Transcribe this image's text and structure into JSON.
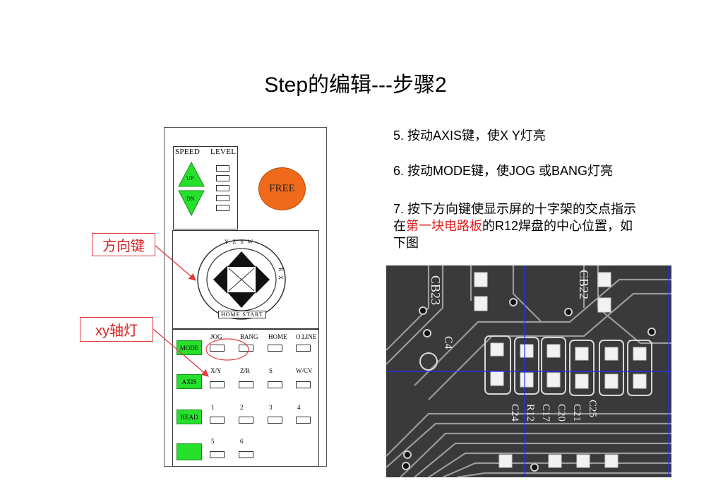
{
  "slide": {
    "title": "Step的编辑---步骤2"
  },
  "panel": {
    "speed_label": "SPEED",
    "level_label": "LEVEL",
    "up_label": "UP",
    "dn_label": "DN",
    "free_label": "FREE",
    "dial_top_text": "Y Z S W",
    "dial_right_text": "R X",
    "dial_bottom_text": "HOME START",
    "mode_label": "MODE",
    "axis_label": "AXIS",
    "head_label": "HEAD",
    "row1_labels": [
      "JOG",
      "BANG",
      "HOME",
      "O.LINE"
    ],
    "row2_labels": [
      "X/Y",
      "Z/R",
      "S",
      "W/CV"
    ],
    "row3_labels": [
      "1",
      "2",
      "3",
      "4"
    ],
    "row4_labels": [
      "5",
      "6"
    ]
  },
  "callouts": {
    "direction_keys": "方向键",
    "xy_axis_light": "xy轴灯"
  },
  "instructions": {
    "step5": "5. 按动AXIS键，使X Y灯亮",
    "step6": "6. 按动MODE键，使JOG 或BANG灯亮",
    "step7_line1": "7. 按下方向键使显示屏的十字架的交点指示",
    "step7_line2_pre": "在",
    "step7_line2_red": "第一块电路板",
    "step7_line2_post": "的R12焊盘的中心位置，如",
    "step7_line3": "下图"
  },
  "pcb_photo": {
    "labels": [
      "CB23",
      "CB22",
      "C4",
      "C24",
      "R12",
      "C17",
      "C20",
      "C21",
      "C25"
    ]
  },
  "colors": {
    "button_green": "#27e02c",
    "free_orange": "#f06a1b",
    "callout_red": "#e23a3a",
    "crosshair_blue": "#2a2aff"
  }
}
